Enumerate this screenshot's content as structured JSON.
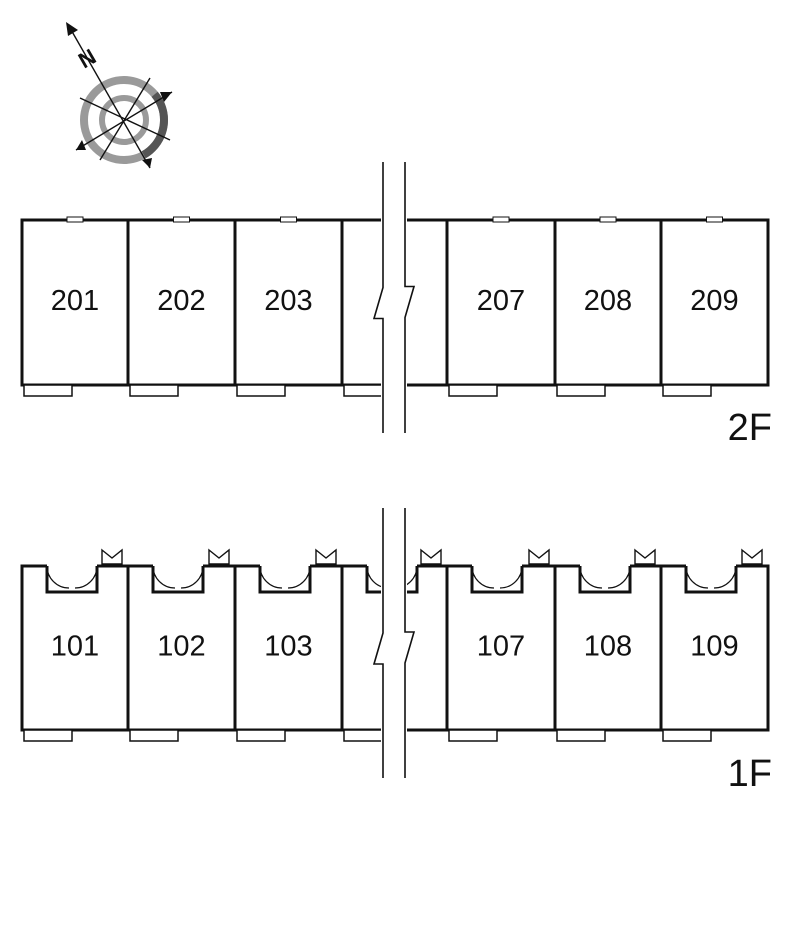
{
  "compass": {
    "north_label": "N",
    "icon": "compass-rose-icon"
  },
  "floors": [
    {
      "id": "2f",
      "label": "2F",
      "units": [
        "201",
        "202",
        "203",
        "",
        "207",
        "208",
        "209"
      ]
    },
    {
      "id": "1f",
      "label": "1F",
      "units": [
        "101",
        "102",
        "103",
        "",
        "107",
        "108",
        "109"
      ]
    }
  ],
  "colors": {
    "wall": "#111111",
    "compass_ring": "#9a9a9a",
    "compass_dark": "#555555"
  }
}
